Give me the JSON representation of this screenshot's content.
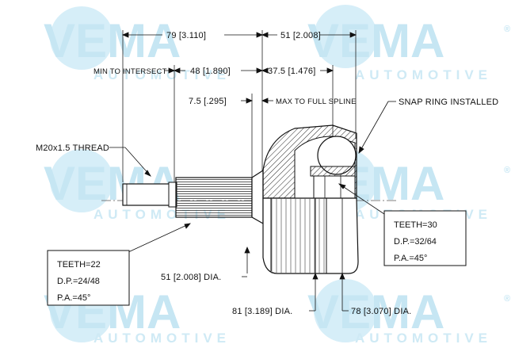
{
  "watermark": {
    "brand": "VEMA",
    "sub": "AUTOMOTIVE",
    "registered": "®",
    "color": "#bfe4f2"
  },
  "dimensions": {
    "overall_length": "79 [3.110]",
    "head_length": "51 [2.008]",
    "min_to_intersect_label": "MIN TO INTERSECT",
    "min_to_intersect": "48 [1.890]",
    "spline_depth": "37.5 [1.476]",
    "gap": "7.5 [.295]",
    "max_to_full_spline": "MAX TO FULL SPLINE",
    "snap_ring": "SNAP RING INSTALLED",
    "thread": "M20x1.5 THREAD",
    "shaft_dia": "51 [2.008] DIA.",
    "outer_dia_1": "81 [3.189] DIA.",
    "outer_dia_2": "78 [3.070] DIA."
  },
  "spec_left": {
    "teeth": "TEETH=22",
    "dp": "D.P.=24/48",
    "pa": "P.A.=45°"
  },
  "spec_right": {
    "teeth": "TEETH=30",
    "dp": "D.P.=32/64",
    "pa": "P.A.=45°"
  }
}
